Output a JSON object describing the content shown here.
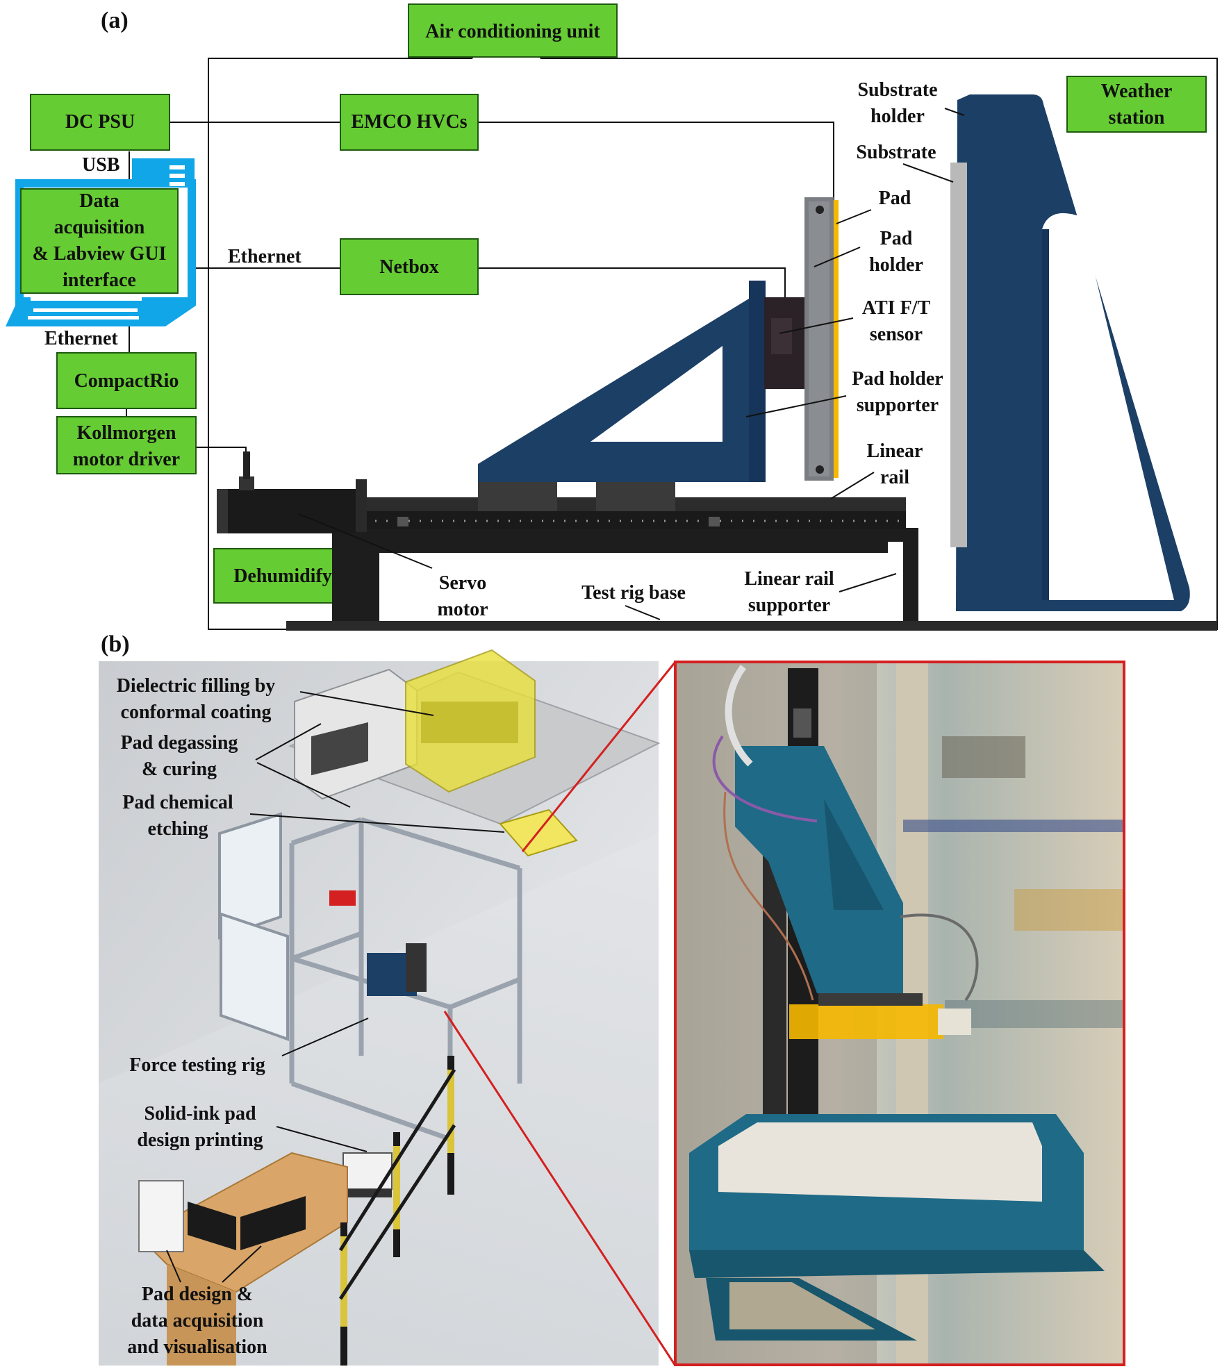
{
  "panels": {
    "a": "(a)",
    "b": "(b)"
  },
  "boxes": {
    "air_conditioning": "Air conditioning unit",
    "dc_psu": "DC PSU",
    "emco": "EMCO HVCs",
    "data_acq": [
      "Data",
      "acquisition",
      "& Labview GUI",
      "interface"
    ],
    "netbox": "Netbox",
    "compactrio": "CompactRio",
    "kollmorgen": [
      "Kollmorgen",
      "motor driver"
    ],
    "dehumidify": "Dehumidify",
    "weather": [
      "Weather",
      "station"
    ]
  },
  "connections": {
    "usb": "USB",
    "ethernet_top": "Ethernet",
    "ethernet_bottom": "Ethernet"
  },
  "rig_labels": {
    "substrate_holder": [
      "Substrate",
      "holder"
    ],
    "substrate": "Substrate",
    "pad": "Pad",
    "pad_holder": [
      "Pad",
      "holder"
    ],
    "ati": [
      "ATI F/T",
      "sensor"
    ],
    "pad_holder_supporter": [
      "Pad holder",
      "supporter"
    ],
    "linear_rail": [
      "Linear",
      "rail"
    ],
    "servo_motor": [
      "Servo",
      "motor"
    ],
    "test_rig_base": "Test rig base",
    "linear_rail_supporter": [
      "Linear rail",
      "supporter"
    ]
  },
  "lab_labels": {
    "dielectric": [
      "Dielectric filling by",
      "conformal coating"
    ],
    "degassing": [
      "Pad degassing",
      "& curing"
    ],
    "etching": [
      "Pad chemical",
      "etching"
    ],
    "force_rig": "Force testing rig",
    "printing": [
      "Solid-ink pad",
      "design printing"
    ],
    "design": [
      "Pad design &",
      "data acquisition",
      "and visualisation"
    ]
  },
  "colors": {
    "box_green": "#66cc33",
    "rig_blue": "#1c3f66",
    "pad_yellow": "#f5b800",
    "highlight_red": "#d42020",
    "laptop_blue": "#10a6e8"
  }
}
